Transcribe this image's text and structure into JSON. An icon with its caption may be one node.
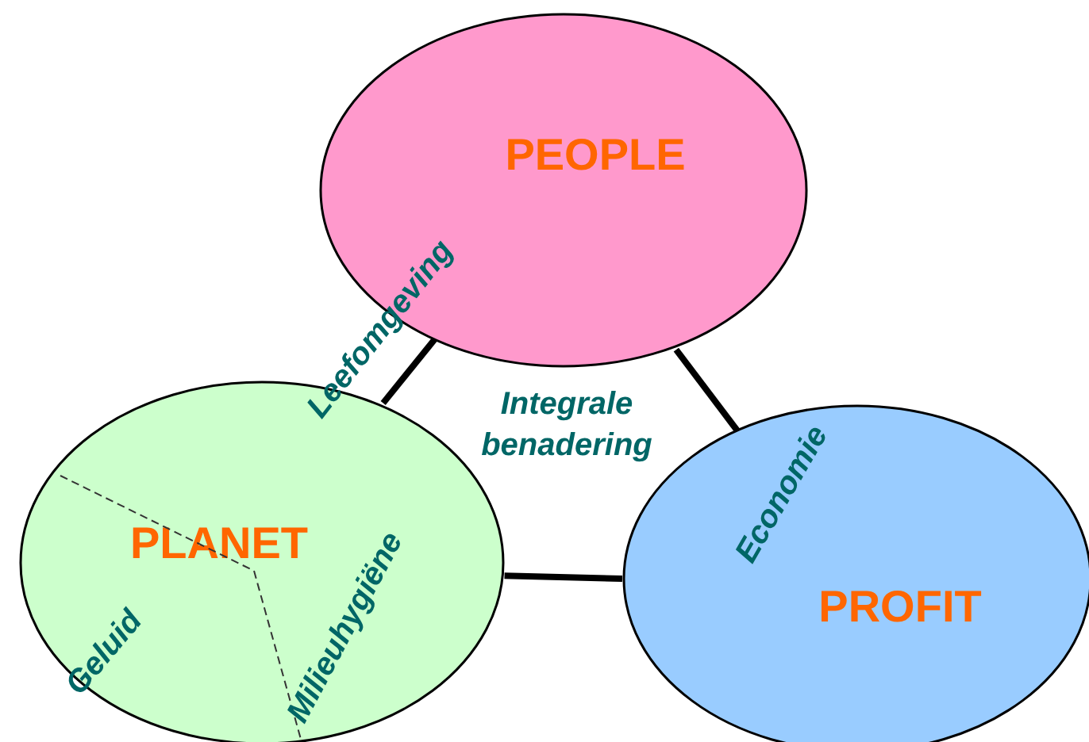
{
  "diagram": {
    "nodes": [
      {
        "text": [
          "PEOPLE"
        ]
      },
      {
        "text": [
          "PLANET"
        ]
      },
      {
        "text": [
          "PROFIT"
        ]
      }
    ],
    "edges": [
      {
        "from": 0,
        "to": 1,
        "arrow": "none"
      },
      {
        "from": 0,
        "to": 2,
        "arrow": "none"
      },
      {
        "from": 1,
        "to": 2,
        "arrow": "none"
      }
    ],
    "labels": [
      "Leefomgeving",
      "Integrale benadering",
      "Economie",
      "Geluid",
      "Milieuhygiëne"
    ]
  }
}
